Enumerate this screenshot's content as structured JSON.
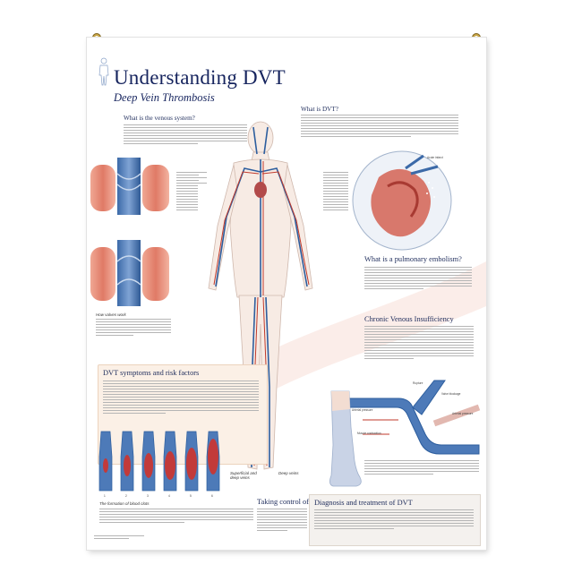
{
  "title": "Understanding DVT",
  "subtitle": "Deep Vein Thrombosis",
  "sections": {
    "venous": "What is the venous system?",
    "dvt": "What is DVT?",
    "pe": "What is a pulmonary embolism?",
    "cvi": "Chronic Venous Insufficiency",
    "risk": "DVT symptoms and risk factors",
    "control": "Taking control of your DVT",
    "diagnosis": "Diagnosis and treatment of DVT"
  },
  "captions": {
    "valves": "How valves work",
    "clots": "The formation of blood clots",
    "veins_left": "Superficial and deep veins",
    "veins_right": "Deep veins"
  },
  "clot_numbers": [
    "1",
    "2",
    "3",
    "4",
    "5",
    "6"
  ],
  "heart_labels": [
    "Acute infarct"
  ],
  "cvi_labels": [
    "Rupture",
    "Valve blockage",
    "Arterial pressure",
    "Muscle contraction"
  ],
  "colors": {
    "title": "#16245e",
    "vein": "#2d5e9e",
    "artery": "#c0392b",
    "panel": "#fbf0e6"
  },
  "icons": [
    "body-silhouette-icon"
  ]
}
